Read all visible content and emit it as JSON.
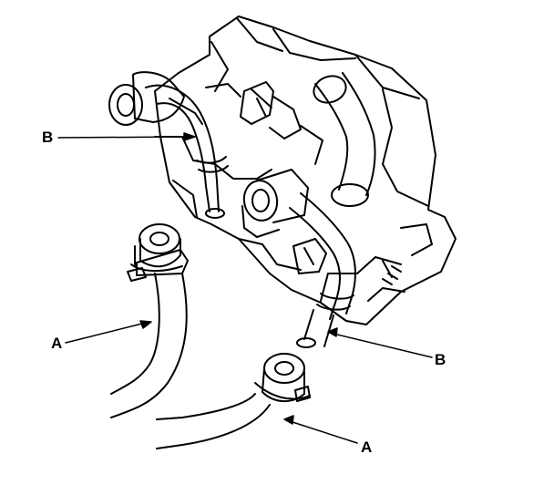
{
  "callouts": {
    "b_upper": "B",
    "a_left": "A",
    "b_lower": "B",
    "a_lower": "A"
  },
  "colors": {
    "ink": "#000000",
    "paper": "#ffffff",
    "shade": "#d0d0d0"
  }
}
